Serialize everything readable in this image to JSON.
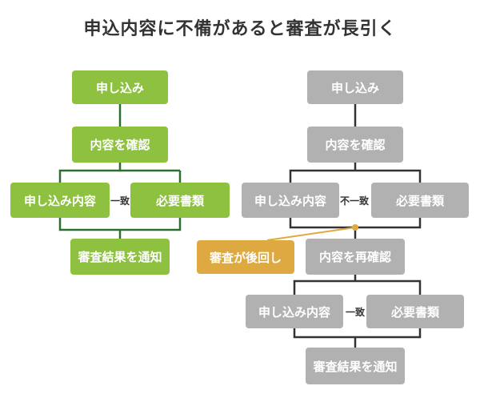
{
  "title": "申込内容に不備があると審査が長引く",
  "colors": {
    "green": "#8dc13f",
    "green_line": "#2c6e2f",
    "gray": "#b1b1b1",
    "dark_line": "#333333",
    "orange": "#dfa942"
  },
  "left_flow": {
    "apply": "申し込み",
    "confirm": "内容を確認",
    "contents": "申し込み内容",
    "documents": "必要書類",
    "match": "一致",
    "notify": "審査結果を通知"
  },
  "right_flow": {
    "apply": "申し込み",
    "confirm": "内容を確認",
    "contents": "申し込み内容",
    "documents": "必要書類",
    "mismatch": "不一致",
    "delayed": "審査が後回し",
    "reconfirm": "内容を再確認",
    "contents2": "申し込み内容",
    "documents2": "必要書類",
    "match2": "一致",
    "notify": "審査結果を通知"
  }
}
